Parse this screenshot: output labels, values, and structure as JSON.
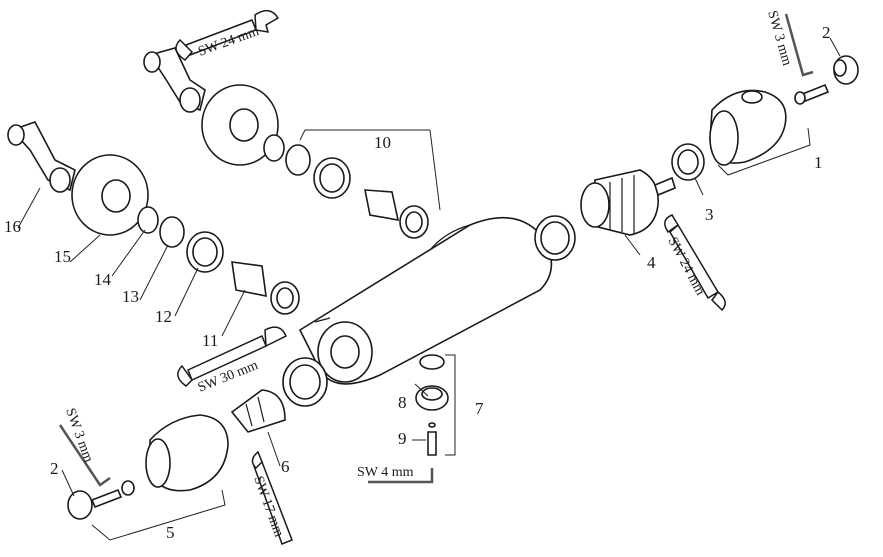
{
  "callouts": {
    "n1": "1",
    "n2a": "2",
    "n2b": "2",
    "n3": "3",
    "n4": "4",
    "n5": "5",
    "n6": "6",
    "n7": "7",
    "n8": "8",
    "n9": "9",
    "n10": "10",
    "n11": "11",
    "n12": "12",
    "n13": "13",
    "n14": "14",
    "n15": "15",
    "n16": "16"
  },
  "tool_labels": {
    "sw24_top": "SW 24 mm",
    "sw3_top": "SW 3 mm",
    "sw24_right": "SW 24 mm",
    "sw30": "SW 30 mm",
    "sw3_left": "SW 3 mm",
    "sw17": "SW 17 mm",
    "sw4": "SW 4 mm"
  }
}
